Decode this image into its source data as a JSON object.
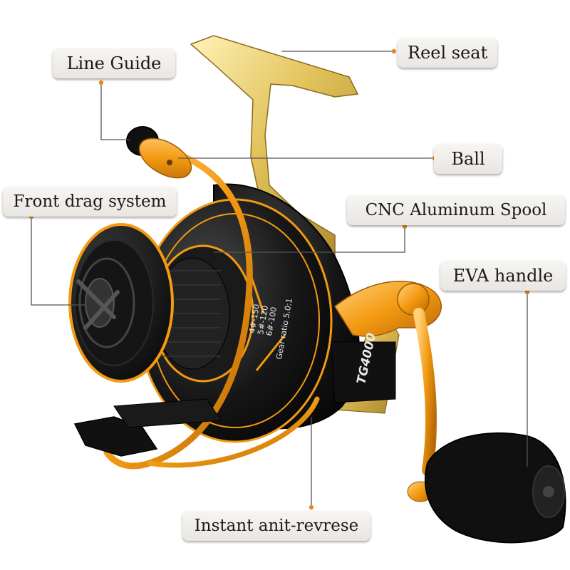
{
  "labels": {
    "line_guide": "Line Guide",
    "reel_seat": "Reel seat",
    "ball": "Ball",
    "front_drag": "Front drag system",
    "cnc_spool": "CNC Aluminum Spool",
    "eva_handle": "EVA handle",
    "instant_anti_reverse": "Instant anit-revrese"
  },
  "reel_print": {
    "model": "TG4000",
    "line_1": "4#-150",
    "line_2": "5#-120",
    "line_3": "6#-100",
    "gear_ratio": "Gear ratio 5.0:1"
  },
  "colors": {
    "accent_orange": "#f39a12",
    "gold": "#e2c25a",
    "body_black": "#141414",
    "leader_line": "#555555",
    "leader_dot": "#e08a1e"
  }
}
